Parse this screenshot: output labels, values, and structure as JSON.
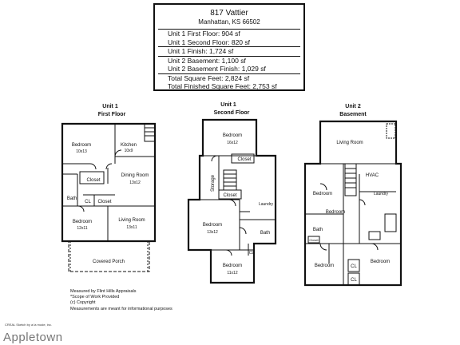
{
  "info": {
    "title": "817 Vattier",
    "city": "Manhattan, KS 66502",
    "lines": [
      "Unit 1 First Floor: 904 sf",
      "Unit 1 Second Floor: 820 sf",
      "Unit 1 Finish: 1,724 sf",
      "Unit 2 Basement: 1,100 sf",
      "Unit 2 Basement Finish: 1,029 sf",
      "Total Square Feet: 2,824 sf",
      "Total Finished Square Feet: 2,753 sf"
    ]
  },
  "floors": [
    {
      "title_line1": "Unit 1",
      "title_line2": "First Floor",
      "rooms": [
        {
          "name": "Bedroom",
          "dim": "10x13"
        },
        {
          "name": "Kitchen",
          "dim": "10x9"
        },
        {
          "name": "Dining Room",
          "dim": "13x12"
        },
        {
          "name": "Closet",
          "dim": ""
        },
        {
          "name": "Bath",
          "dim": ""
        },
        {
          "name": "CL",
          "dim": ""
        },
        {
          "name": "Closet",
          "dim": ""
        },
        {
          "name": "Bedroom",
          "dim": "12x11"
        },
        {
          "name": "Living Room",
          "dim": "13x11"
        },
        {
          "name": "Covered Porch",
          "dim": ""
        }
      ]
    },
    {
      "title_line1": "Unit 1",
      "title_line2": "Second Floor",
      "rooms": [
        {
          "name": "Bedroom",
          "dim": "16x12"
        },
        {
          "name": "Closet",
          "dim": ""
        },
        {
          "name": "Storage",
          "dim": ""
        },
        {
          "name": "Closet",
          "dim": ""
        },
        {
          "name": "Laundry",
          "dim": ""
        },
        {
          "name": "Bedroom",
          "dim": "13x12"
        },
        {
          "name": "Bath",
          "dim": ""
        },
        {
          "name": "CL",
          "dim": ""
        },
        {
          "name": "Bedroom",
          "dim": "11x12"
        }
      ]
    },
    {
      "title_line1": "Unit 2",
      "title_line2": "Basement",
      "rooms": [
        {
          "name": "Living Room",
          "dim": ""
        },
        {
          "name": "HVAC",
          "dim": ""
        },
        {
          "name": "Bedroom",
          "dim": ""
        },
        {
          "name": "Laundry",
          "dim": ""
        },
        {
          "name": "Bedroom",
          "dim": ""
        },
        {
          "name": "Bath",
          "dim": ""
        },
        {
          "name": "Closet",
          "dim": ""
        },
        {
          "name": "Bedroom",
          "dim": ""
        },
        {
          "name": "CL",
          "dim": ""
        },
        {
          "name": "Bedroom",
          "dim": ""
        },
        {
          "name": "CL",
          "dim": ""
        }
      ]
    }
  ],
  "notes": [
    "Measured by Flint Hills Appraisals",
    "*Scope of Work Provided",
    "(c) Copyright",
    "Measurements are meant for informational purposes"
  ],
  "copyright": "CREAL Sketch by a la mode, inc.",
  "watermark": "Appletown"
}
